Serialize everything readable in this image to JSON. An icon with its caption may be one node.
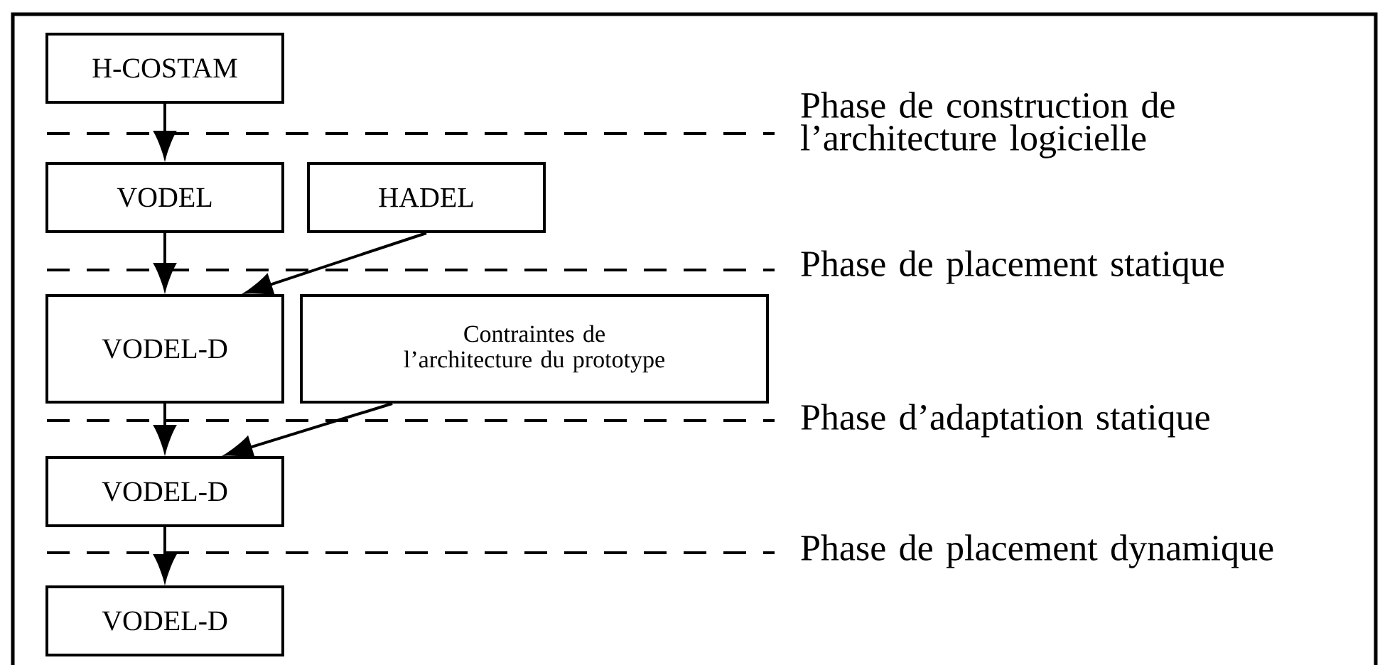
{
  "diagram": {
    "nodes": [
      {
        "text": [
          "H-COSTAM"
        ]
      },
      {
        "text": [
          "VODEL"
        ]
      },
      {
        "text": [
          "HADEL"
        ]
      },
      {
        "text": [
          "VODEL-D"
        ]
      },
      {
        "text": [
          "Contraintes de l’architecture du prototype"
        ]
      },
      {
        "text": [
          "VODEL-D"
        ]
      },
      {
        "text": [
          "VODEL-D"
        ]
      }
    ],
    "edges": [
      {
        "from": 0,
        "to": 1,
        "arrow": "to"
      },
      {
        "from": 1,
        "to": 3,
        "arrow": "to"
      },
      {
        "from": 2,
        "to": 3,
        "arrow": "to"
      },
      {
        "from": 3,
        "to": 5,
        "arrow": "to"
      },
      {
        "from": 4,
        "to": 5,
        "arrow": "to"
      },
      {
        "from": 5,
        "to": 6,
        "arrow": "to"
      }
    ],
    "labels": [
      "Phase de construction de l’architecture logicielle",
      "Phase de placement statique",
      "Phase d’adaptation statique",
      "Phase de placement dynamique"
    ]
  }
}
